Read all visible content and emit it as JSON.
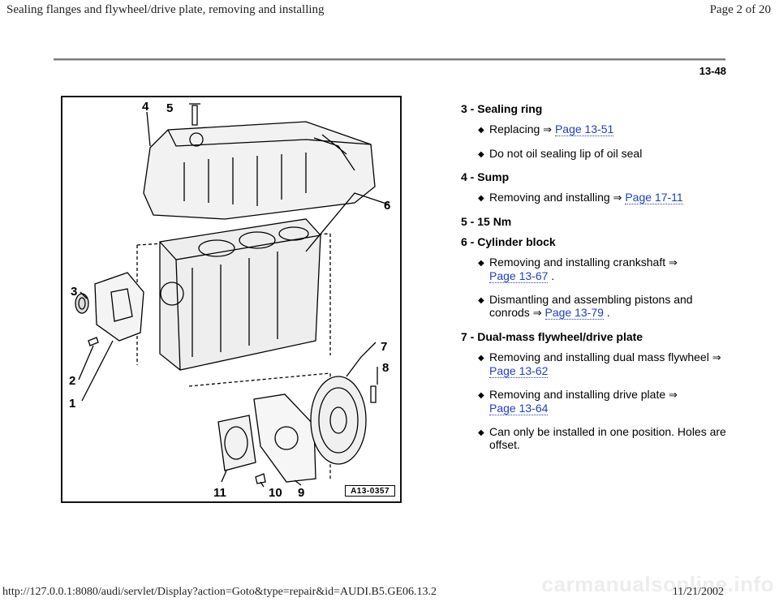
{
  "header": {
    "title": "Sealing flanges and flywheel/drive plate, removing and installing",
    "page_indicator": "Page 2 of 20"
  },
  "page_number": "13-48",
  "figure": {
    "code": "A13-0357",
    "callouts": [
      "1",
      "2",
      "3",
      "4",
      "5",
      "6",
      "7",
      "8",
      "9",
      "10",
      "11"
    ]
  },
  "items": [
    {
      "title": "3 - Sealing ring",
      "bullets": [
        {
          "text": "Replacing ",
          "link": "Page 13-51",
          "after": ""
        },
        {
          "text": "Do not oil sealing lip of oil seal"
        }
      ]
    },
    {
      "title": "4 - Sump",
      "bullets": [
        {
          "text": "Removing and installing ",
          "link": "Page 17-11",
          "after": ""
        }
      ]
    },
    {
      "title": "5 - 15 Nm",
      "bullets": []
    },
    {
      "title": "6 - Cylinder block",
      "bullets": [
        {
          "text": "Removing and installing crankshaft ",
          "link": "Page 13-67",
          "after": " ."
        },
        {
          "text": "Dismantling and assembling pistons and conrods ",
          "link": "Page 13-79",
          "after": " ."
        }
      ]
    },
    {
      "title": "7 - Dual-mass flywheel/drive plate",
      "bullets": [
        {
          "text": "Removing and installing dual mass flywheel ",
          "link": "Page 13-62",
          "after": ""
        },
        {
          "text": "Removing and installing drive plate ",
          "link": "Page 13-64",
          "after": ""
        },
        {
          "text": "Can only be installed in one position. Holes are offset."
        }
      ]
    }
  ],
  "footer": {
    "url": "http://127.0.0.1:8080/audi/servlet/Display?action=Goto&type=repair&id=AUDI.B5.GE06.13.2",
    "date": "11/21/2002",
    "watermark": "carmanualsonline.info"
  }
}
